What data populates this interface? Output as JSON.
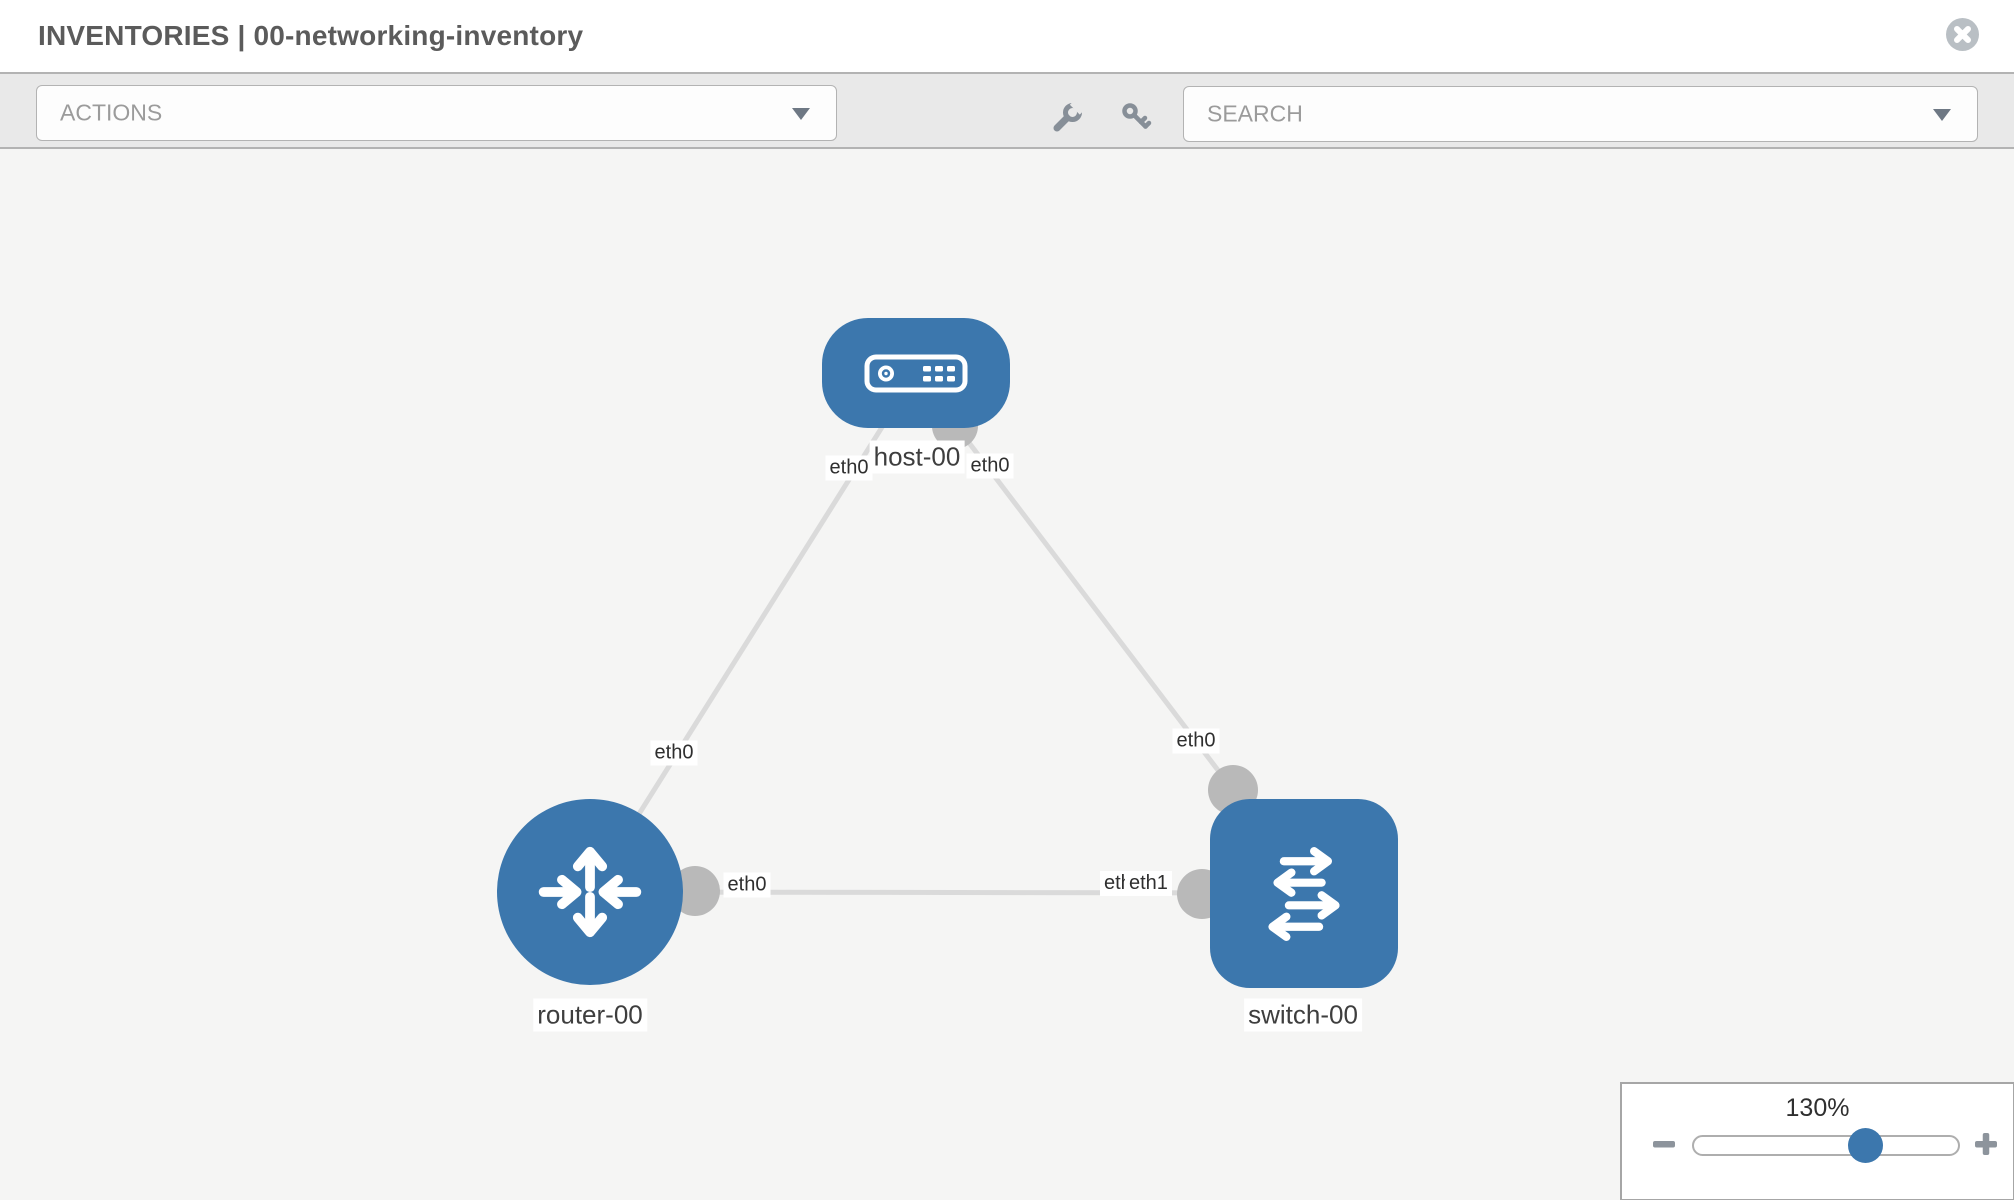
{
  "header": {
    "title": "INVENTORIES | 00-networking-inventory"
  },
  "toolbar": {
    "actions_label": "ACTIONS",
    "search_placeholder": "SEARCH",
    "icons": [
      "wrench-icon",
      "key-icon"
    ]
  },
  "topology": {
    "nodes": [
      {
        "label": "host-00",
        "type": "host"
      },
      {
        "label": "router-00",
        "type": "router"
      },
      {
        "label": "switch-00",
        "type": "switch"
      }
    ],
    "links": [
      {
        "from": "host-00",
        "to": "router-00"
      },
      {
        "from": "host-00",
        "to": "switch-00"
      },
      {
        "from": "router-00",
        "to": "switch-00"
      }
    ],
    "interfaces": {
      "host_left": "eth0",
      "host_right": "eth0",
      "router_top": "eth0",
      "router_right": "eth0",
      "switch_top": "eth0",
      "switch_left_back": "eth0",
      "switch_left_front": "eth1"
    }
  },
  "zoom_control": {
    "level": "130%"
  },
  "colors": {
    "node_blue": "#3c77ad",
    "link_gray": "#dadada",
    "connector_gray": "#b9b9b9",
    "toolbar_gray": "#e9e9e9"
  }
}
